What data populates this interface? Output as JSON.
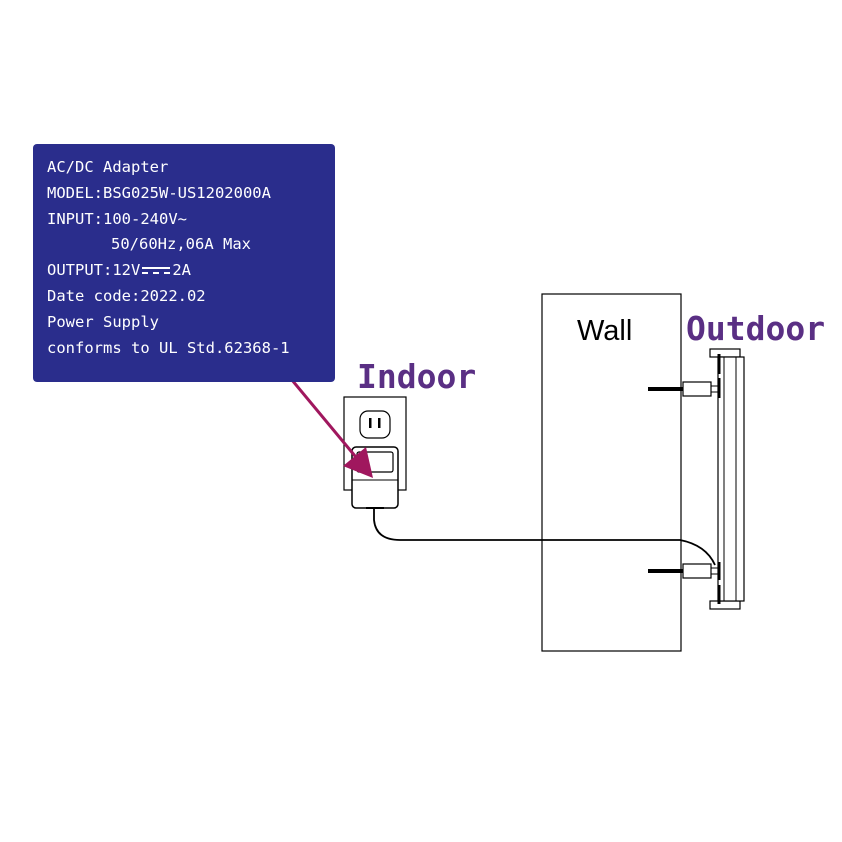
{
  "spec_label": {
    "lines": [
      "AC/DC Adapter",
      "MODEL:BSG025W-US1202000A",
      "INPUT:100-240V~",
      "50/60Hz,06A Max",
      "OUTPUT:12V",
      "2A",
      "Date code:2022.02",
      "Power Supply",
      "conforms to UL Std.62368-1"
    ]
  },
  "labels": {
    "indoor": "Indoor",
    "outdoor": "Outdoor",
    "wall": "Wall"
  },
  "colors": {
    "label_background": "#2a2d8c",
    "label_text": "#ffffff",
    "location_text": "#5a2f84",
    "arrow": "#a0175e",
    "line": "#000000"
  }
}
